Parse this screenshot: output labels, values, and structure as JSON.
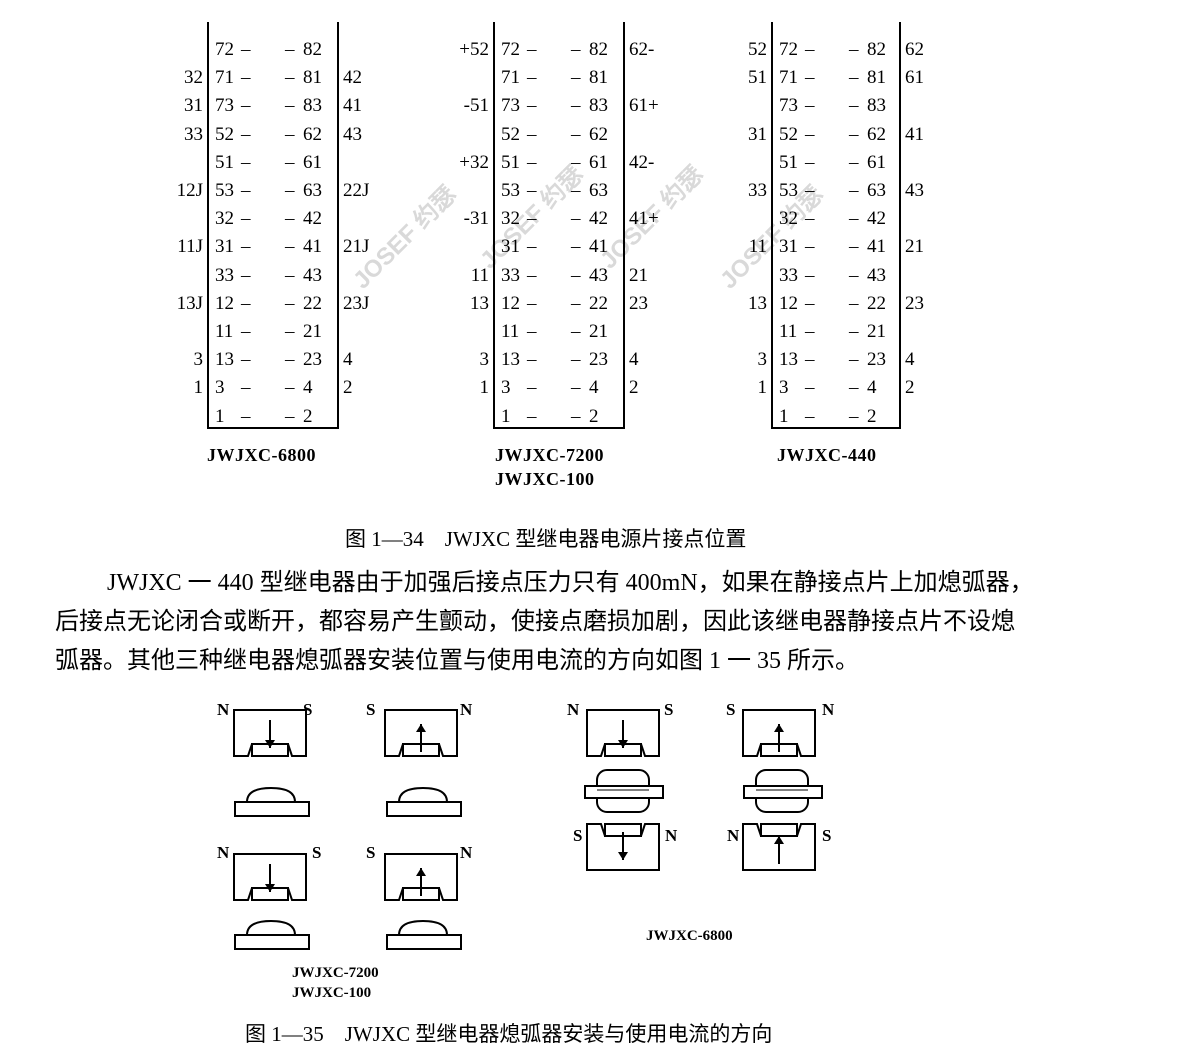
{
  "fig34": {
    "caption": "图 1—34　JWJXC 型继电器电源片接点位置",
    "watermark": "JOSEF 约瑟",
    "diagrams": [
      {
        "label_lines": [
          "JWJXC-6800"
        ],
        "pins": [
          [
            "72",
            "82"
          ],
          [
            "71",
            "81"
          ],
          [
            "73",
            "83"
          ],
          [
            "52",
            "62"
          ],
          [
            "51",
            "61"
          ],
          [
            "53",
            "63"
          ],
          [
            "32",
            "42"
          ],
          [
            "31",
            "41"
          ],
          [
            "33",
            "43"
          ],
          [
            "12",
            "22"
          ],
          [
            "11",
            "21"
          ],
          [
            "13",
            "23"
          ],
          [
            "3",
            "4"
          ],
          [
            "1",
            "2"
          ]
        ],
        "left": [
          "",
          "32",
          "31",
          "33",
          "",
          "12J",
          "",
          "11J",
          "",
          "13J",
          "",
          "3",
          "1",
          ""
        ],
        "right": [
          "",
          "42",
          "41",
          "43",
          "",
          "22J",
          "",
          "21J",
          "",
          "23J",
          "",
          "4",
          "2",
          ""
        ]
      },
      {
        "label_lines": [
          "JWJXC-7200",
          "JWJXC-100"
        ],
        "pins": [
          [
            "72",
            "82"
          ],
          [
            "71",
            "81"
          ],
          [
            "73",
            "83"
          ],
          [
            "52",
            "62"
          ],
          [
            "51",
            "61"
          ],
          [
            "53",
            "63"
          ],
          [
            "32",
            "42"
          ],
          [
            "31",
            "41"
          ],
          [
            "33",
            "43"
          ],
          [
            "12",
            "22"
          ],
          [
            "11",
            "21"
          ],
          [
            "13",
            "23"
          ],
          [
            "3",
            "4"
          ],
          [
            "1",
            "2"
          ]
        ],
        "left": [
          "+52",
          "",
          "-51",
          "",
          "+32",
          "",
          "-31",
          "",
          "11",
          "13",
          "",
          "3",
          "1",
          ""
        ],
        "right": [
          "62-",
          "",
          "61+",
          "",
          "42-",
          "",
          "41+",
          "",
          "21",
          "23",
          "",
          "4",
          "2",
          ""
        ]
      },
      {
        "label_lines": [
          "JWJXC-440"
        ],
        "pins": [
          [
            "72",
            "82"
          ],
          [
            "71",
            "81"
          ],
          [
            "73",
            "83"
          ],
          [
            "52",
            "62"
          ],
          [
            "51",
            "61"
          ],
          [
            "53",
            "63"
          ],
          [
            "32",
            "42"
          ],
          [
            "31",
            "41"
          ],
          [
            "33",
            "43"
          ],
          [
            "12",
            "22"
          ],
          [
            "11",
            "21"
          ],
          [
            "13",
            "23"
          ],
          [
            "3",
            "4"
          ],
          [
            "1",
            "2"
          ]
        ],
        "left": [
          "52",
          "51",
          "",
          "31",
          "",
          "33",
          "",
          "11",
          "",
          "13",
          "",
          "3",
          "1",
          ""
        ],
        "right": [
          "62",
          "61",
          "",
          "41",
          "",
          "43",
          "",
          "21",
          "",
          "23",
          "",
          "4",
          "2",
          ""
        ]
      }
    ]
  },
  "paragraph": {
    "lines": [
      "JWJXC 一 440 型继电器由于加强后接点压力只有 400mN，如果在静接点片上加熄弧器，",
      "后接点无论闭合或断开，都容易产生颤动，使接点磨损加剧，因此该继电器静接点片不设熄",
      "弧器。其他三种继电器熄弧器安装位置与使用电流的方向如图 1 一 35 所示。"
    ]
  },
  "fig35": {
    "caption": "图 1—35　JWJXC 型继电器熄弧器安装与使用电流的方向",
    "group_left_label": [
      "JWJXC-7200",
      "JWJXC-100"
    ],
    "group_right_label": "JWJXC-6800",
    "pole_n": "N",
    "pole_s": "S"
  }
}
